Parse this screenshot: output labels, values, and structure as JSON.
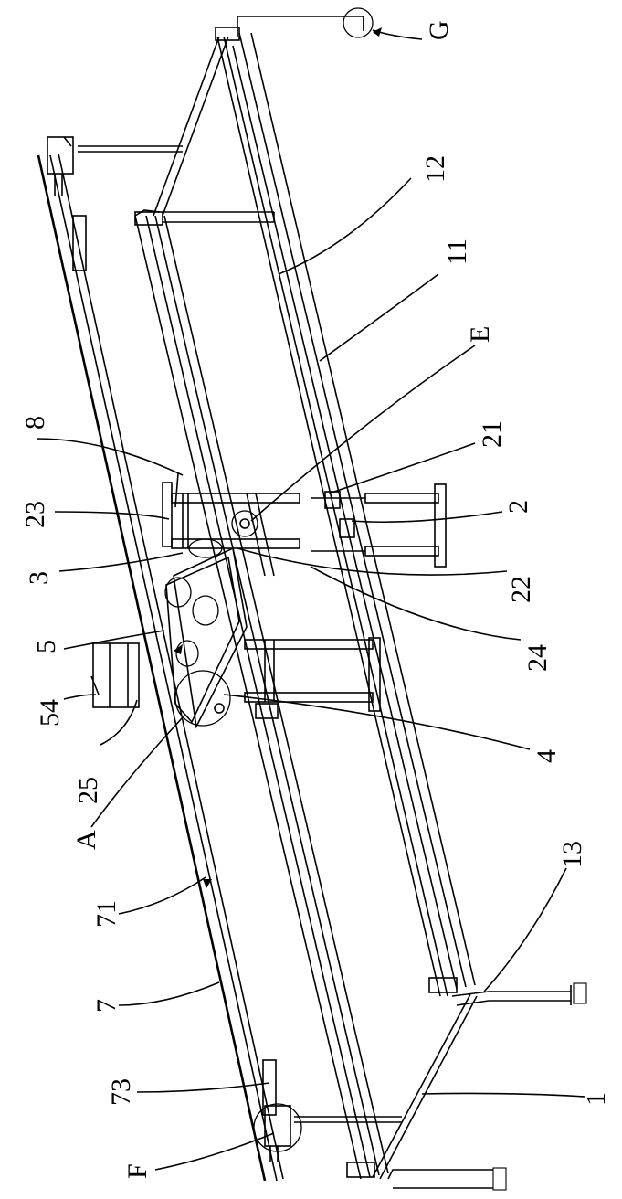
{
  "labels": {
    "G": "G",
    "n12": "12",
    "n11": "11",
    "E": "E",
    "n8": "8",
    "n21": "21",
    "n23": "23",
    "n2": "2",
    "n3": "3",
    "n22": "22",
    "n5": "5",
    "n24": "24",
    "n54": "54",
    "n4": "4",
    "n25": "25",
    "A": "A",
    "n71": "71",
    "n13": "13",
    "n7": "7",
    "n73": "73",
    "n1": "1",
    "F": "F"
  }
}
